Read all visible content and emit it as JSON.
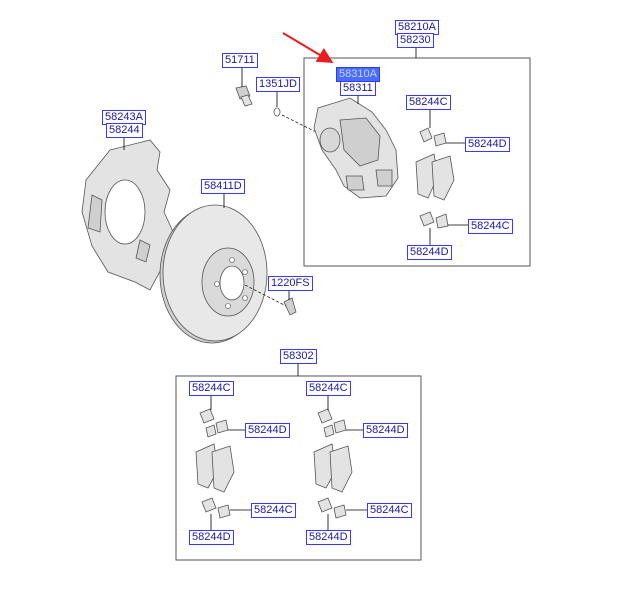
{
  "labels": {
    "l58210a": "58210A",
    "l58230": "58230",
    "l58310a": "58310A",
    "l58311": "58311",
    "l51711": "51711",
    "l1351jd": "1351JD",
    "l58243a": "58243A",
    "l58244": "58244",
    "l58411d": "58411D",
    "l1220fs": "1220FS",
    "l58302": "58302",
    "c58244c_1": "58244C",
    "c58244d_1": "58244D",
    "c58244c_2": "58244C",
    "c58244d_2": "58244D",
    "k58244c_1": "58244C",
    "k58244c_2": "58244C",
    "k58244d_1": "58244D",
    "k58244d_2": "58244D",
    "k58244c_3": "58244C",
    "k58244c_4": "58244C",
    "k58244d_3": "58244D",
    "k58244d_4": "58244D"
  },
  "highlight_color": "#4a6cff",
  "arrow_color": "#e81e1e",
  "selected_part": "58310A"
}
